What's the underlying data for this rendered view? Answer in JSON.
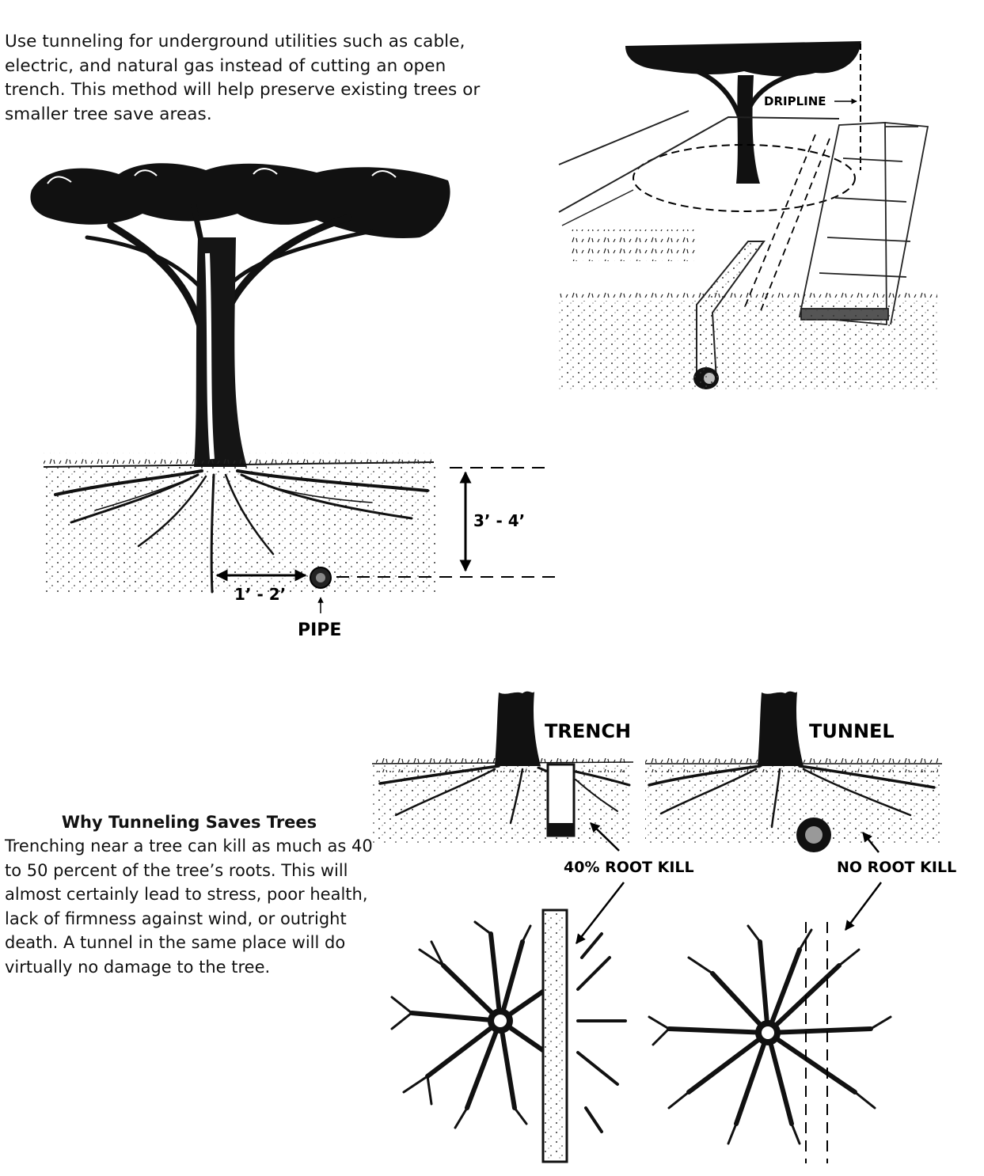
{
  "intro_text": "Use tunneling for underground utilities such as cable, electric, and natural gas instead of cutting an open trench. This method will help preserve existing trees or smaller tree save areas.",
  "side_view": {
    "depth_label": "3’ - 4’",
    "offset_label": "1’ - 2’",
    "pipe_label": "PIPE"
  },
  "perspective_view": {
    "dripline_label": "DRIPLINE"
  },
  "comparison": {
    "trench_label": "TRENCH",
    "tunnel_label": "TUNNEL",
    "trench_root_kill": "40% ROOT KILL",
    "tunnel_root_kill": "NO ROOT KILL"
  },
  "why": {
    "heading": "Why Tunneling Saves Trees",
    "body": "Trenching near a tree can kill as much as 40 to 50 percent of the tree’s roots. This will almost certainly lead to stress, poor health, lack of firmness against wind, or outright death. A tunnel in the same place will do virtually no damage to the tree."
  }
}
